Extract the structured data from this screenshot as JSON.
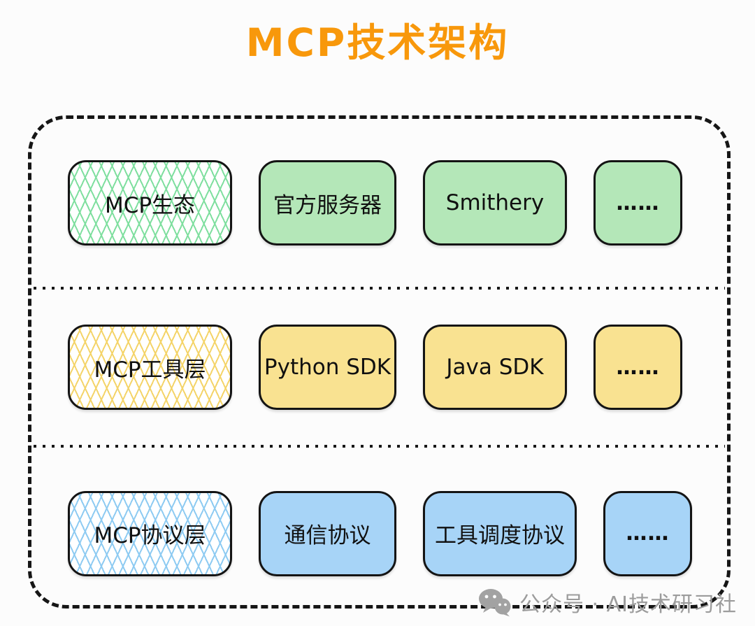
{
  "title": "MCP技术架构",
  "colors": {
    "title_orange": "#F8980B",
    "outline_black": "#161616",
    "green_fill": "#b4e7b8",
    "green_hatch": "#7fdf9f",
    "yellow_fill": "#f9e291",
    "yellow_hatch": "#f4d469",
    "blue_fill": "#a7d4f7",
    "blue_hatch": "#8ecbf2",
    "watermark_gray": "#9c9c9c"
  },
  "layers": [
    {
      "label": "MCP生态",
      "items": [
        "官方服务器",
        "Smithery",
        "……"
      ]
    },
    {
      "label": "MCP工具层",
      "items": [
        "Python SDK",
        "Java SDK",
        "……"
      ]
    },
    {
      "label": "MCP协议层",
      "items": [
        "通信协议",
        "工具调度协议",
        "……"
      ]
    }
  ],
  "watermark": {
    "icon": "wechat-icon",
    "text": "公众号 · AI技术研习社"
  }
}
